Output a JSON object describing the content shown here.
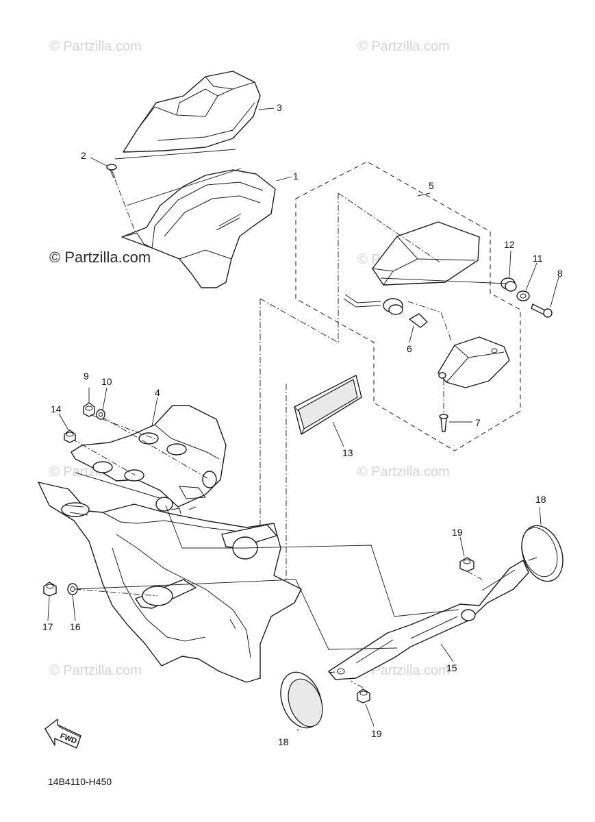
{
  "watermark": {
    "text": "© Partzilla.com",
    "prominent_text": "© Partzilla.com"
  },
  "diagram_code": "14B4110-H450",
  "direction_arrow_label": "FWD",
  "callouts": {
    "p1": "1",
    "p2": "2",
    "p3": "3",
    "p4": "4",
    "p5": "5",
    "p6": "6",
    "p7": "7",
    "p8": "8",
    "p9": "9",
    "p10": "10",
    "p11": "11",
    "p12": "12",
    "p13": "13",
    "p14": "14",
    "p15": "15",
    "p16": "16",
    "p17": "17",
    "p18a": "18",
    "p18b": "18",
    "p19a": "19",
    "p19b": "19"
  }
}
